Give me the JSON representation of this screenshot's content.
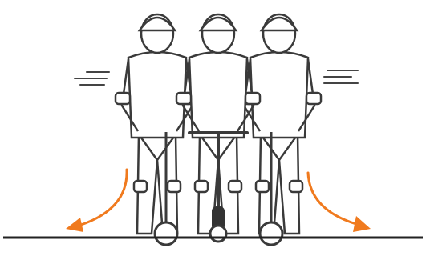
{
  "illustration": {
    "figure_count": 3,
    "arrow_count": 2,
    "motion_line_groups": 2
  },
  "colors": {
    "line": "#3a3a3a",
    "fill": "#ffffff",
    "arrow": "#f07a1e",
    "ground": "#222222"
  },
  "icons": {
    "left_arrow": "turn-left-arrow-icon",
    "right_arrow": "turn-right-arrow-icon",
    "scooter": "kick-scooter-icon",
    "helmet": "helmet-icon"
  }
}
